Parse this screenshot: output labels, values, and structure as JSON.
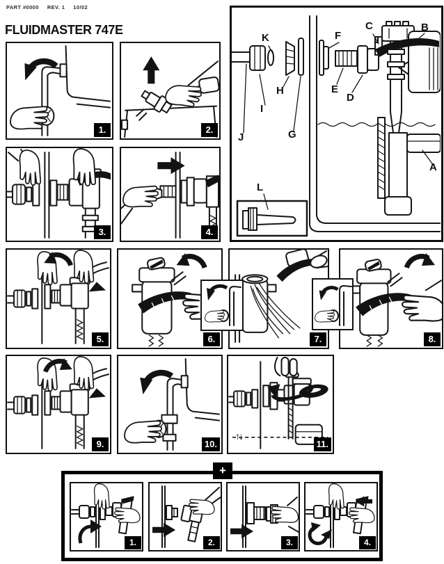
{
  "header": {
    "part_label": "PART #0000",
    "rev_label": "REV. 1",
    "date_label": "10/02",
    "title": "FLUIDMASTER 747E"
  },
  "parts_diagram": {
    "description": "exploded fill-valve parts diagram in toilet tank",
    "labels": [
      {
        "id": "A"
      },
      {
        "id": "B"
      },
      {
        "id": "C"
      },
      {
        "id": "D"
      },
      {
        "id": "E"
      },
      {
        "id": "F"
      },
      {
        "id": "G"
      },
      {
        "id": "H"
      },
      {
        "id": "I"
      },
      {
        "id": "J"
      },
      {
        "id": "K"
      },
      {
        "id": "L"
      }
    ]
  },
  "steps": [
    {
      "num": "1.",
      "arrow": "curved-down-arrow"
    },
    {
      "num": "2.",
      "arrow": "up-arrow"
    },
    {
      "num": "3.",
      "arrow": "none"
    },
    {
      "num": "4.",
      "arrow": "right-arrow"
    },
    {
      "num": "5.",
      "arrow": "curved-left-arrow"
    },
    {
      "num": "6.",
      "arrow": "curved-left-arrow"
    },
    {
      "num": "7.",
      "arrow": "curved-down-arrow"
    },
    {
      "num": "8.",
      "arrow": "curved-right-arrow"
    },
    {
      "num": "9.",
      "arrow": "curved-right-arrow"
    },
    {
      "num": "10.",
      "arrow": "curved-down-arrow"
    },
    {
      "num": "11.",
      "arrow": "rotate-arrow",
      "water_arrows": "↑↓"
    }
  ],
  "bonus": {
    "tab": "+",
    "steps": [
      {
        "num": "1.",
        "arrow": "curved-up-arrow"
      },
      {
        "num": "2.",
        "arrow": "right-arrow"
      },
      {
        "num": "3.",
        "arrow": "right-arrow"
      },
      {
        "num": "4.",
        "arrow": "left-arrow"
      }
    ]
  }
}
